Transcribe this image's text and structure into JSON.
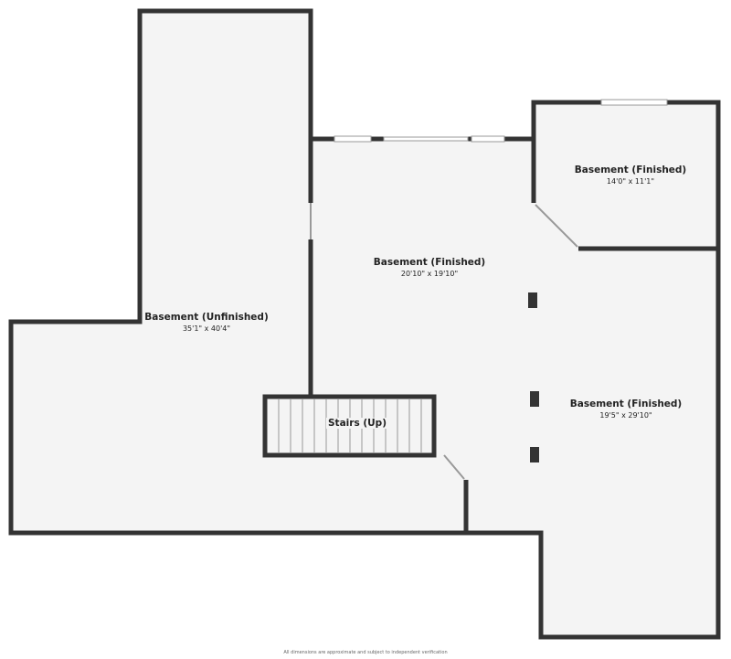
{
  "rooms": [
    {
      "name": "Basement (Unfinished)",
      "dims": "35'1\" x 40'4\""
    },
    {
      "name": "Basement (Finished)",
      "dims": "20'10\" x 19'10\""
    },
    {
      "name": "Basement (Finished)",
      "dims": "14'0\" x 11'1\""
    },
    {
      "name": "Basement (Finished)",
      "dims": "19'5\" x 29'10\""
    },
    {
      "name": "Stairs (Up)"
    }
  ],
  "footer": "All dimensions are approximate and subject to independent verification",
  "colors": {
    "wall": "#333333",
    "floor": "#f4f4f4"
  }
}
